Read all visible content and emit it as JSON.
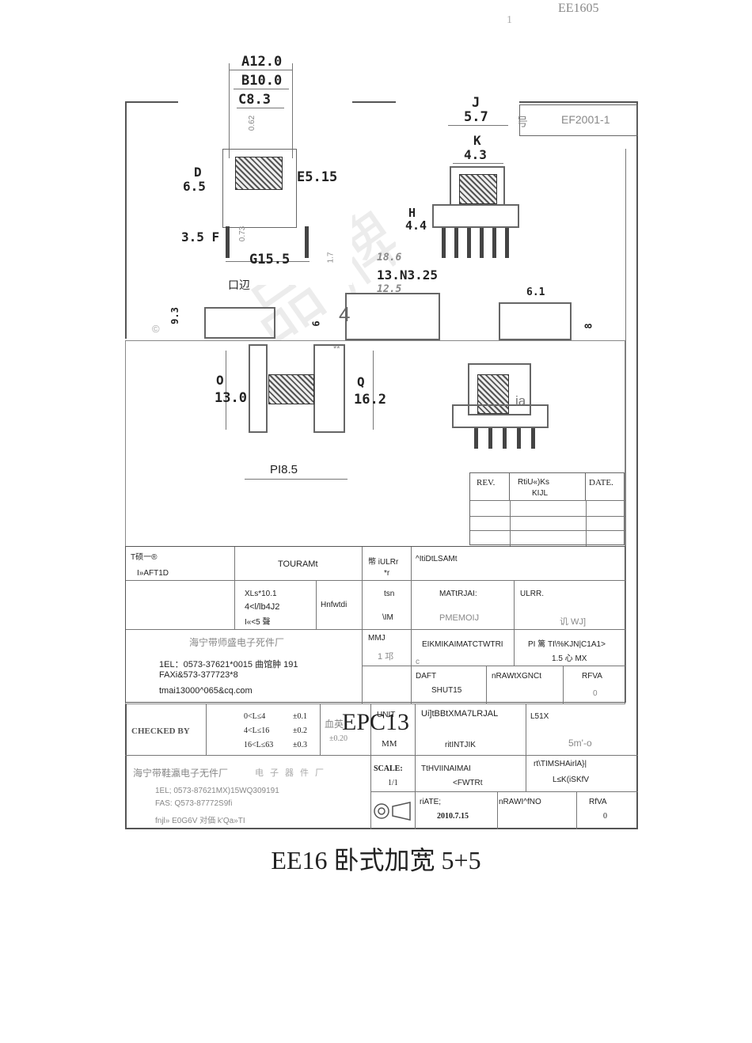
{
  "header": {
    "doc_code": "EE1605",
    "page_number": "1"
  },
  "top_drawing": {
    "dims": {
      "a": "A12.0",
      "b": "B10.0",
      "c": "C8.3",
      "d_label": "D",
      "d_value": "6.5",
      "e": "E5.15",
      "f": "3.5 F",
      "g": "G15.5",
      "j": "J",
      "j_value": "5.7",
      "k": "K",
      "k_value": "4.3",
      "h_label": "H",
      "h_value": "4.4",
      "n": "13.N3.25",
      "dim_186": "18.6",
      "dim_125": "12.5",
      "dim_61": "6.1",
      "dim_93": "9.3",
      "dim_062": "0.62",
      "dim_073": "0.73",
      "dim_17": "1.7",
      "dim_6": "6",
      "dim_8": "8",
      "label_4": "4",
      "label_small": "口辺"
    },
    "model_label": "型号",
    "model_value": "EF2001-1"
  },
  "inner_drawing": {
    "o_label": "O",
    "o_value": "13.0",
    "q_label": "Q",
    "q_value": "16.2",
    "p_value": "PI8.5",
    "stars": "**",
    "ia": "ia"
  },
  "revision_table": {
    "rev": "REV.",
    "desc_line1": "RtiU«)Ks",
    "desc_line2": "KIJL",
    "date": "DATE."
  },
  "inner_title_block": {
    "r1": {
      "a1": "T硕一®",
      "a2": "I»AFT1D",
      "b": "TOURAMt",
      "c1": "幣 iULRr",
      "c2": "*r",
      "d": "^ItiDtLSAMt"
    },
    "r2": {
      "tol1": "XLs*10.1",
      "tol2": "4<l/lb4J2",
      "tol3": "I«<5 聲",
      "finish": "Hnfwtdi",
      "tsn": "tsn",
      "im": "\\IM",
      "material_label": "MATtRJAI:",
      "material_value": "PMEMOIJ",
      "ulrr": "ULRR.",
      "wj": "讥 WJ]"
    },
    "r3": {
      "company": "海宁带师盛电子死件厂",
      "tel": "1EL：0573-37621*0015 曲馆肿 191",
      "fax": "FAXi&573-377723*8",
      "email": "tmai13000^065&cq.com",
      "mmj": "MMJ",
      "scale": "1 邛",
      "c_mark": "c",
      "title_label": "EIKMIKAIMATCTWTRI",
      "part_label": "PI 篱 TI\\%KJN|C1A1>",
      "part_value": "1.5 心 MX",
      "daft": "DAFT",
      "shut": "SHUT15",
      "nraw": "nRAWtXGNCt",
      "rfva": "RFVA",
      "rfva_value": "0"
    }
  },
  "outer_title_block": {
    "checked_by": "CHECKED BY",
    "tol1": "0<L≤4",
    "tol1v": "±0.1",
    "tol2": "4<L≤16",
    "tol2v": "±0.2",
    "tol3": "16<L≤63",
    "tol3v": "±0.3",
    "angle_label": "血英",
    "angle_value": "±0.20",
    "unit_label": "UNIT",
    "unit_value": "MM",
    "material_label": "Ui]tBBtXMA7LRJAL",
    "material_value": "ritINTJIK",
    "l51x": "L51X",
    "l51x_value": "5m'-o",
    "company": "海宁带鞋瀛电子无件厂",
    "company_faint": "电子器件厂",
    "tel": "1EL;  0573-87621MX)15WQ309191",
    "fax": "FAS:  Q573-87772S9fi",
    "email": "fnjl»  E0G6V 对価 k'Qa»TI",
    "scale_label": "SCALE:",
    "scale_value": "1/1",
    "title_label": "TtHVIINAIMAI",
    "title_value": "<FWTRt",
    "part_label": "rt\\TIMSHAirlA}|",
    "part_value": "L≤K(iSKfV",
    "date_label": "riATE;",
    "date_value": "2010.7.15",
    "drawn": "nRAWI^fNO",
    "rev_label": "RfVA",
    "rev_value": "0"
  },
  "overlay_title": "EPC13",
  "caption": "EE16 卧式加宽 5+5"
}
